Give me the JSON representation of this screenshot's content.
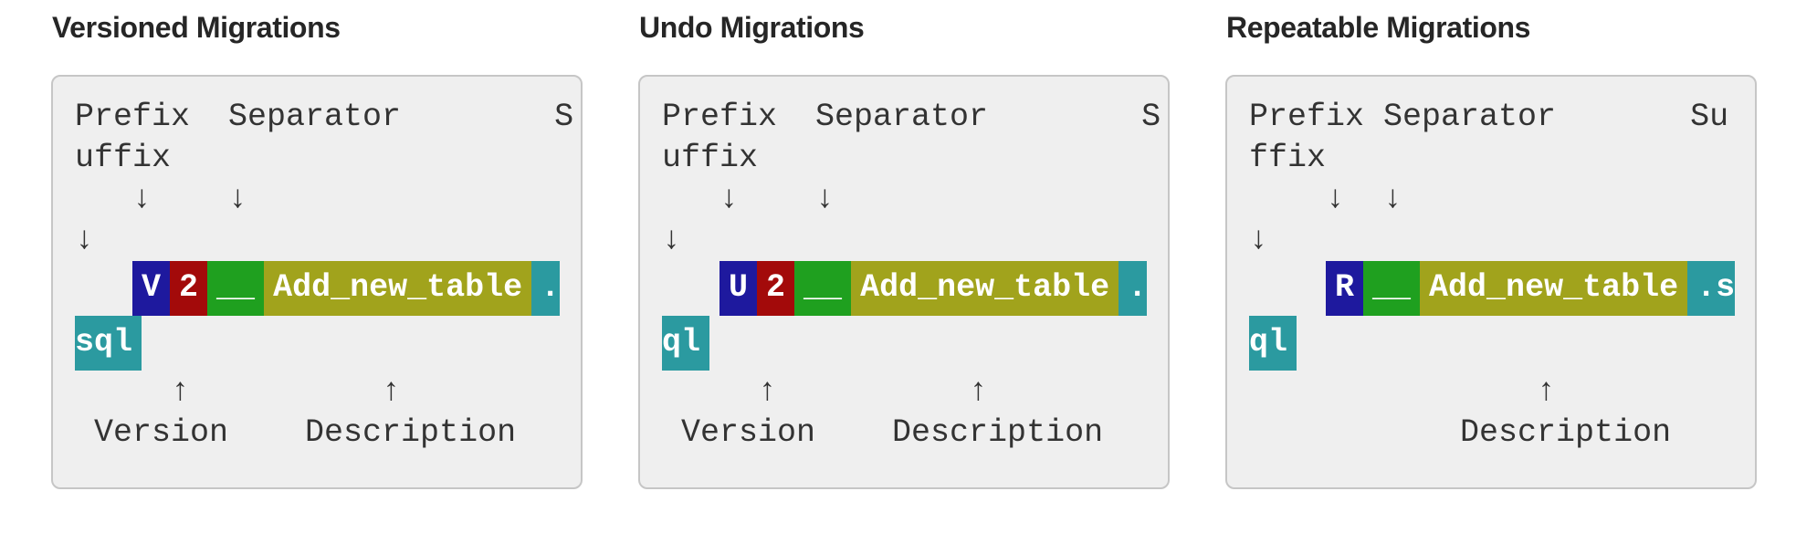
{
  "page": {
    "background": "#ffffff"
  },
  "colors": {
    "panel_bg": "#efefef",
    "panel_border": "#c6c6c6",
    "text": "#333333",
    "heading": "#262626",
    "segment_text": "#ffffff",
    "prefix": "#1e199e",
    "version": "#a30a0a",
    "separator": "#1fa01f",
    "description": "#a1a31c",
    "suffix": "#2b9aa0"
  },
  "panels": [
    {
      "title": "Versioned Migrations",
      "lines": {
        "labels_top_1": "Prefix  Separator        S",
        "labels_top_2": "uffix",
        "down_arrows": "   ↓    ↓",
        "down_arrow_wrapped": "↓",
        "filename_indent": "   ",
        "up_arrows": "     ↑          ↑",
        "labels_bottom": " Version    Description"
      },
      "filename_segments": [
        {
          "role": "prefix",
          "text": "V",
          "color": "#1e199e",
          "fragment": "whole"
        },
        {
          "role": "version",
          "text": "2",
          "color": "#a30a0a",
          "fragment": "whole"
        },
        {
          "role": "separator",
          "text": "__",
          "color": "#1fa01f",
          "fragment": "whole"
        },
        {
          "role": "description",
          "text": "Add_new_table",
          "color": "#a1a31c",
          "fragment": "whole"
        },
        {
          "role": "suffix",
          "text": ".",
          "color": "#2b9aa0",
          "fragment": "start"
        }
      ],
      "filename_wrapped_segment": {
        "role": "suffix",
        "text": "sql",
        "color": "#2b9aa0",
        "fragment": "end"
      }
    },
    {
      "title": "Undo Migrations",
      "lines": {
        "labels_top_1": "Prefix  Separator        S",
        "labels_top_2": "uffix",
        "down_arrows": "   ↓    ↓",
        "down_arrow_wrapped": "↓",
        "filename_indent": "   ",
        "up_arrows": "     ↑          ↑",
        "labels_bottom": " Version    Description"
      },
      "filename_segments": [
        {
          "role": "prefix",
          "text": "U",
          "color": "#1e199e",
          "fragment": "whole"
        },
        {
          "role": "version",
          "text": "2",
          "color": "#a30a0a",
          "fragment": "whole"
        },
        {
          "role": "separator",
          "text": "__",
          "color": "#1fa01f",
          "fragment": "whole"
        },
        {
          "role": "description",
          "text": "Add_new_table",
          "color": "#a1a31c",
          "fragment": "whole"
        },
        {
          "role": "suffix",
          "text": ".",
          "color": "#2b9aa0",
          "fragment": "start"
        }
      ],
      "filename_wrapped_segment": {
        "role": "suffix",
        "text": "ql",
        "color": "#2b9aa0",
        "fragment": "end",
        "_note": ""
      }
    },
    {
      "title": "Repeatable Migrations",
      "lines": {
        "labels_top_1": "Prefix Separator       Su",
        "labels_top_2": "ffix",
        "down_arrows": "    ↓  ↓",
        "down_arrow_wrapped": "↓",
        "filename_indent": "    ",
        "up_arrows": "               ↑",
        "labels_bottom": "           Description"
      },
      "filename_segments": [
        {
          "role": "prefix",
          "text": "R",
          "color": "#1e199e",
          "fragment": "whole"
        },
        {
          "role": "separator",
          "text": "__",
          "color": "#1fa01f",
          "fragment": "whole"
        },
        {
          "role": "description",
          "text": "Add_new_table",
          "color": "#a1a31c",
          "fragment": "whole"
        },
        {
          "role": "suffix",
          "text": ".s",
          "color": "#2b9aa0",
          "fragment": "start"
        }
      ],
      "filename_wrapped_segment": {
        "role": "suffix",
        "text": "ql",
        "color": "#2b9aa0",
        "fragment": "end"
      }
    }
  ]
}
